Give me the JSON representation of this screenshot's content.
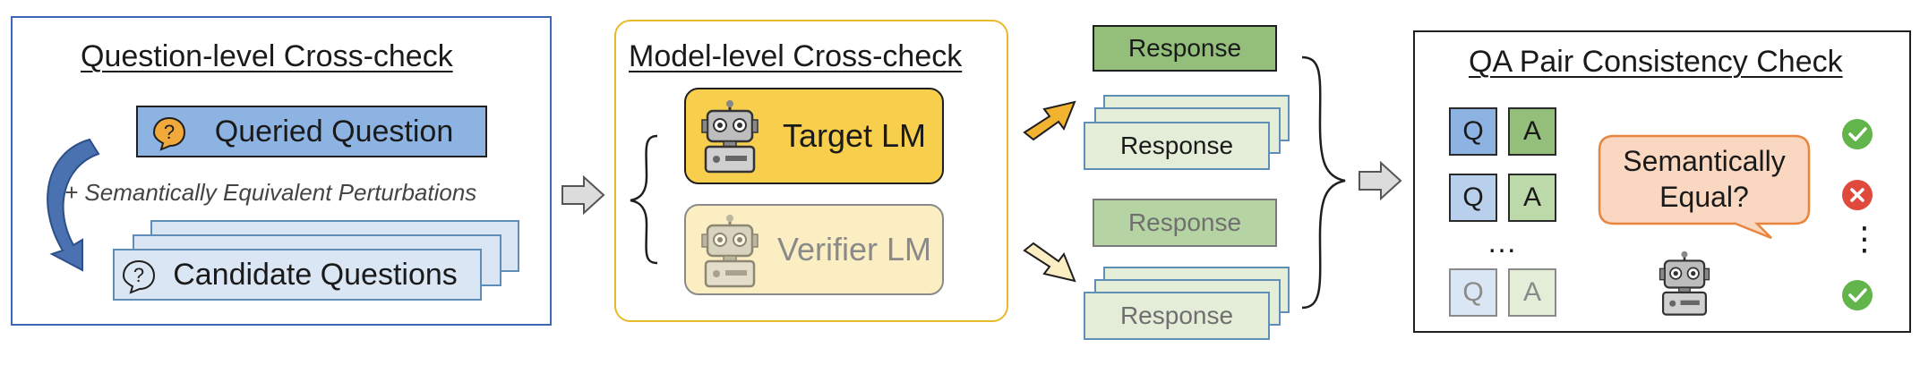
{
  "question_panel": {
    "title": "Question-level Cross-check",
    "queried_question": "Queried Question",
    "perturbation_note": "+ Semantically Equivalent Perturbations",
    "candidate_questions": "Candidate Questions"
  },
  "model_panel": {
    "title": "Model-level Cross-check",
    "target_lm": "Target LM",
    "verifier_lm": "Verifier LM"
  },
  "responses": {
    "target_single": "Response",
    "target_stack": "Response",
    "verifier_single": "Response",
    "verifier_stack": "Response"
  },
  "consistency_panel": {
    "title": "QA Pair Consistency Check",
    "q_label": "Q",
    "a_label": "A",
    "ellipsis": "…",
    "vertical_ellipsis": "⋮",
    "bubble_line1": "Semantically",
    "bubble_line2": "Equal?",
    "results": [
      "check",
      "cross",
      "ellipsis",
      "check"
    ]
  },
  "colors": {
    "blue_border": "#3f66b8",
    "queried_fill": "#8db3e2",
    "candidate_fill": "#dbe6f4",
    "target_fill": "#f7cf4d",
    "verifier_fill": "#fbeec2",
    "response_dark": "#93bf7a",
    "response_light": "#e3edd8",
    "bubble_fill": "#f9d7c1",
    "bubble_border": "#e8853e",
    "check": "#62b54a",
    "cross": "#e04a3d",
    "arrow_orange": "#f2b430"
  }
}
